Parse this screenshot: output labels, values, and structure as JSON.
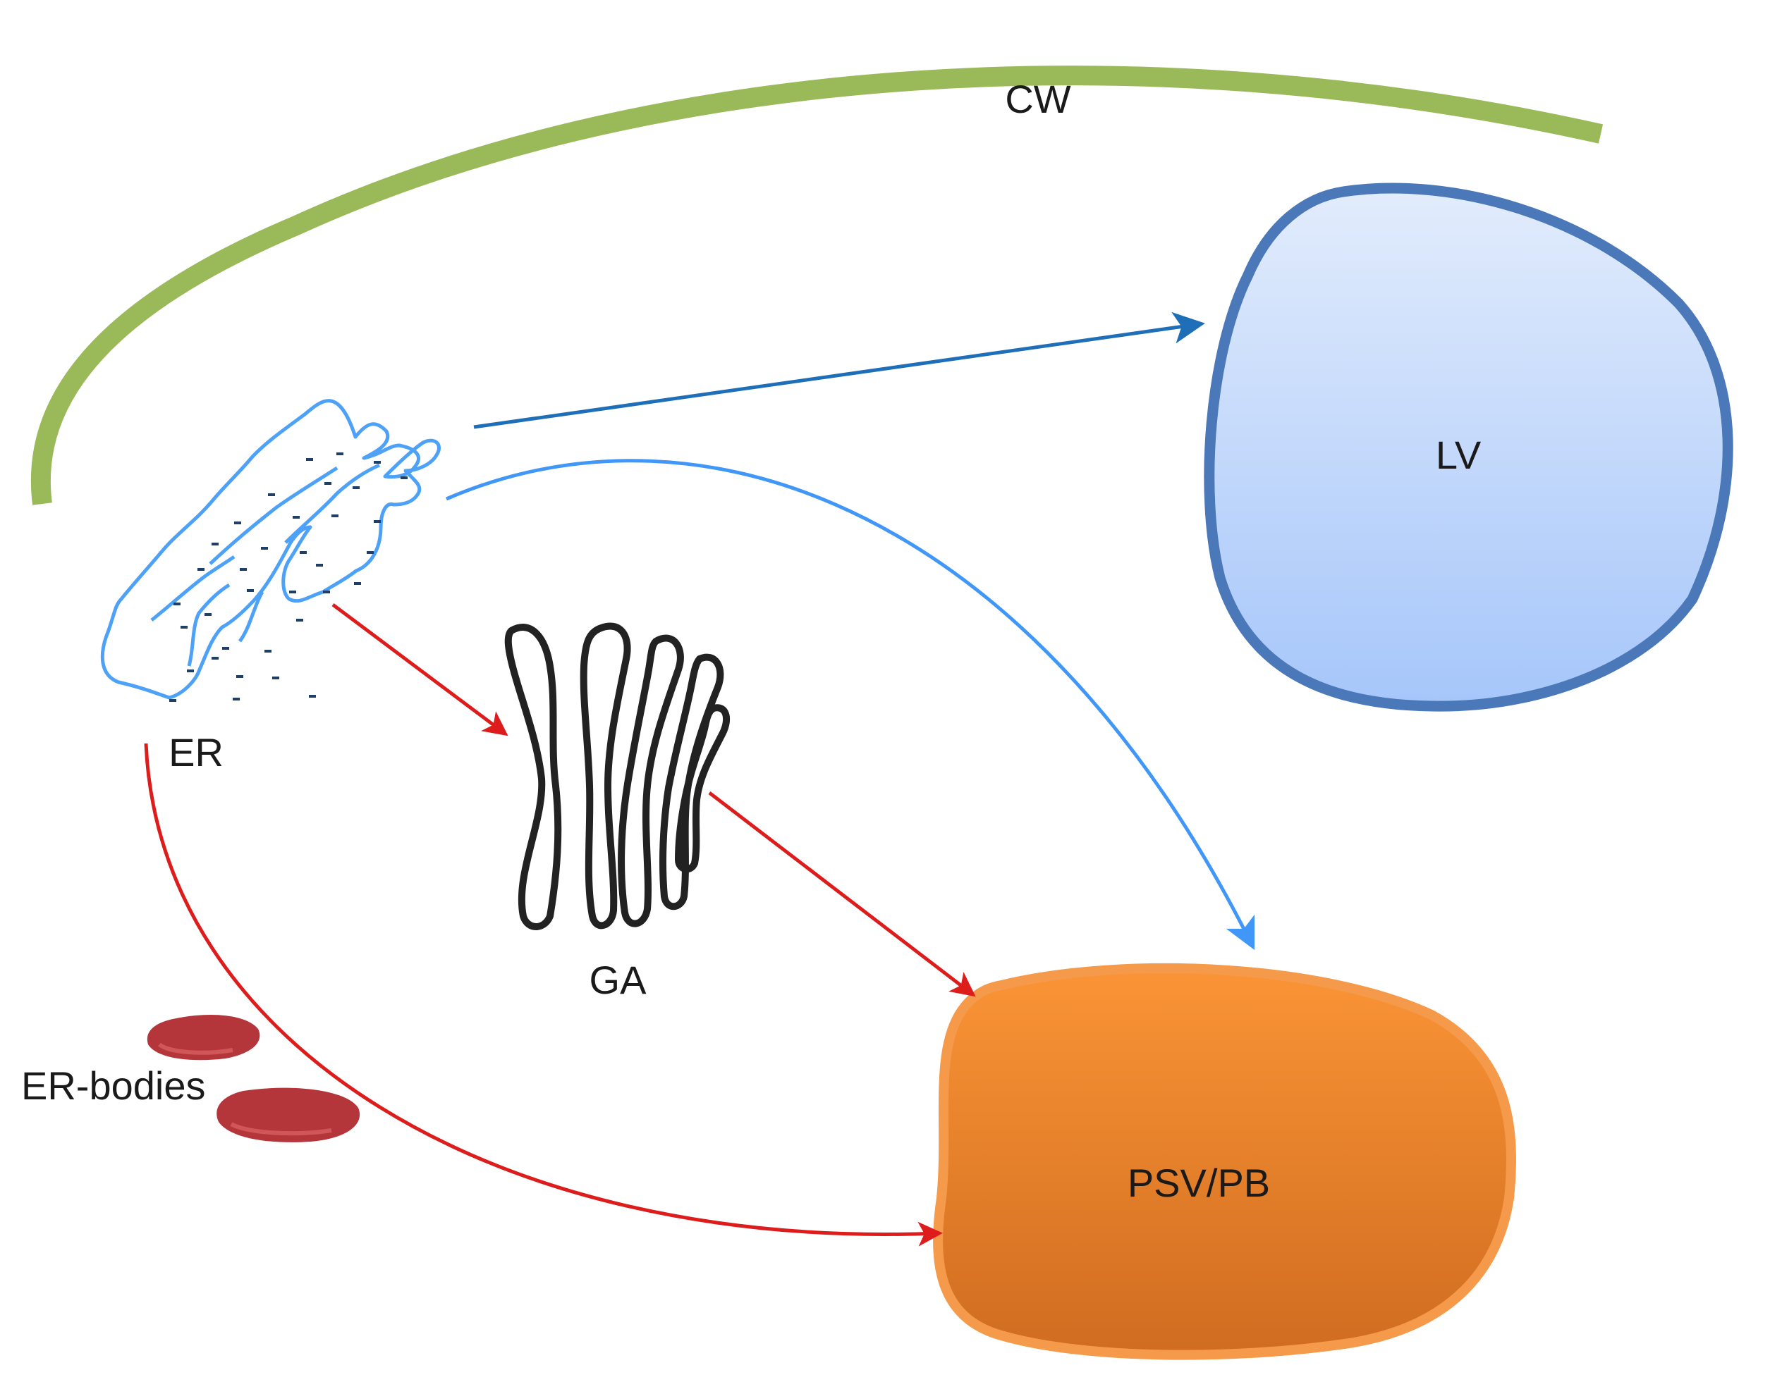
{
  "labels": {
    "cw": "CW",
    "lv": "LV",
    "er": "ER",
    "ga": "GA",
    "psv_pb": "PSV/PB",
    "er_bodies": "ER-bodies"
  },
  "colors": {
    "cell_wall": "#9aba59",
    "lv_stroke": "#4a78b8",
    "lv_fill_top": "#e2ecfc",
    "lv_fill_bottom": "#a6c6fa",
    "er_stroke": "#4da2f7",
    "ribosome": "#1f3f66",
    "golgi": "#222222",
    "psv_fill_top": "#fb9436",
    "psv_fill_bottom": "#cf6c20",
    "psv_stroke": "#f59a4a",
    "er_body": "#b5363a",
    "arrow_red": "#dd1c1c",
    "arrow_blue_dark": "#1f6fb8",
    "arrow_blue_light": "#4197f7"
  },
  "pathways": [
    {
      "from": "ER",
      "to": "LV",
      "color": "arrow_blue_dark"
    },
    {
      "from": "ER",
      "to": "PSV/PB",
      "color": "arrow_blue_light"
    },
    {
      "from": "ER",
      "to": "GA",
      "color": "arrow_red"
    },
    {
      "from": "GA",
      "to": "PSV/PB",
      "color": "arrow_red"
    },
    {
      "from": "ER",
      "to": "PSV/PB",
      "color": "arrow_red"
    }
  ]
}
